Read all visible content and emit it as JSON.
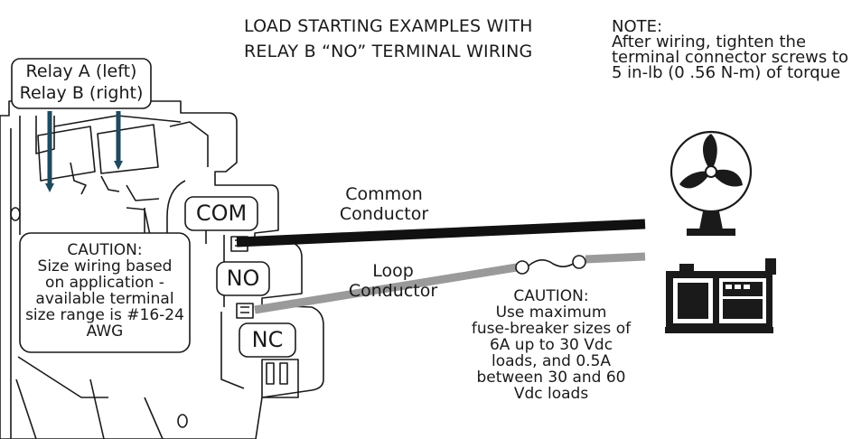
{
  "title": {
    "line1": "LOAD STARTING EXAMPLES  WITH",
    "line2": "RELAY B  “NO”  TERMINAL WIRING"
  },
  "note": {
    "heading": "NOTE:",
    "line1": "After wiring, tighten the",
    "line2": "terminal connector screws to",
    "line3": "5 in-lb (0 .56 N-m) of torque"
  },
  "relay_label": {
    "line1": "Relay A (left)",
    "line2": "Relay B (right)"
  },
  "terminals": {
    "com": "COM",
    "no": "NO",
    "nc": "NC"
  },
  "conductors": {
    "common_line1": "Common",
    "common_line2": "Conductor",
    "loop_line1": "Loop",
    "loop_line2": "Conductor"
  },
  "caution_wiring": {
    "line1": "CAUTION:",
    "line2": "Size wiring based",
    "line3": "on application -",
    "line4": "available terminal",
    "line5": "size range is #16-24",
    "line6": "AWG"
  },
  "caution_fuse": {
    "line1": "CAUTION:",
    "line2": "Use maximum",
    "line3": "fuse-breaker sizes of",
    "line4": "6A up to 30 Vdc",
    "line5": "loads, and 0.5A",
    "line6": "between 30 and 60",
    "line7": "Vdc loads"
  },
  "icons": {
    "fan": "fan-icon",
    "generator": "generator-icon",
    "fuse": "fuse-icon",
    "arrow": "arrow-down-icon"
  },
  "colors": {
    "line": "#1a1a1a",
    "common_wire": "#111111",
    "loop_wire": "#9a9a9a",
    "arrow": "#1e4a5c"
  }
}
